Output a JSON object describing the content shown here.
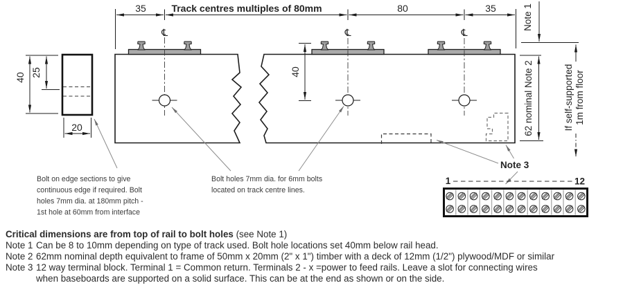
{
  "colors": {
    "ink": "#1c1c1c",
    "leader_gray": "#8c8c8c",
    "rail_fill": "#a8a8a8",
    "text": "#2b2b2b"
  },
  "top_dims": {
    "d35_left": "35",
    "track_centres": "Track centres multiples of 80mm",
    "d80": "80",
    "d35_right": "35"
  },
  "right_dims": {
    "note1": "Note 1",
    "nominal62": "62 nominal Note 2",
    "self_supported_1": "If self-supported",
    "self_supported_2": "1m from floor"
  },
  "left_view": {
    "d40": "40",
    "d25": "25",
    "d20": "20"
  },
  "board": {
    "d40_rail_to_hole": "40",
    "centreline_symbol": "℄"
  },
  "terminal_block": {
    "note3": "Note 3",
    "first": "1",
    "last": "12"
  },
  "callouts": {
    "edge_bolt": {
      "line1": "Bolt on edge sections to give",
      "line2": "continuous edge if required. Bolt",
      "line3": "holes 7mm dia. at 180mm pitch -",
      "line4": "1st hole at 60mm from interface"
    },
    "bolt_holes": {
      "line1": "Bolt holes 7mm dia. for 6mm bolts",
      "line2": "located on track centre lines."
    }
  },
  "notes": {
    "heading_bold": "Critical dimensions are from top of rail to bolt holes",
    "heading_rest": " (see Note 1)",
    "note1_label": "Note 1",
    "note1_text": "Can be 8 to 10mm depending on type of track used. Bolt hole locations set 40mm below rail head.",
    "note2_label": "Note 2",
    "note2_text": "62mm nominal depth equivalent to frame of 50mm x 20mm (2\" x 1\") timber with a deck of 12mm (1/2\") plywood/MDF or similar",
    "note3_label": "Note 3",
    "note3_text": "12 way terminal block. Terminal 1 = Common return. Terminals 2 - x =power to feed rails. Leave a slot for connecting wires",
    "note3_cont": "when baseboards are supported on a solid surface. This can be at the end as shown or on the side."
  }
}
